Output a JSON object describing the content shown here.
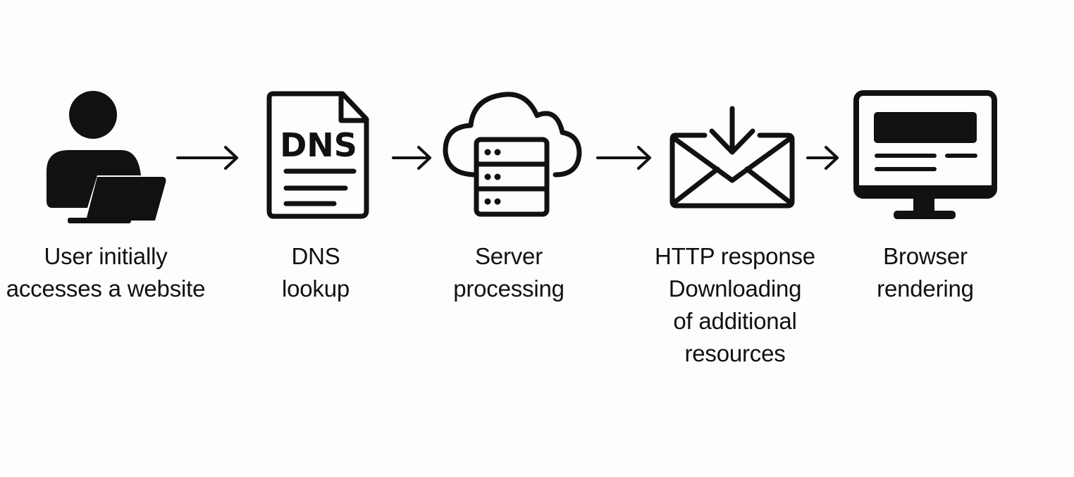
{
  "steps": [
    {
      "icon": "user-laptop-icon",
      "lines": [
        "User initially",
        "accesses a website"
      ]
    },
    {
      "icon": "dns-document-icon",
      "icon_text": "DNS",
      "lines": [
        "DNS",
        "lookup"
      ]
    },
    {
      "icon": "cloud-server-icon",
      "lines": [
        "Server",
        "processing"
      ]
    },
    {
      "icon": "envelope-download-icon",
      "lines": [
        "HTTP response",
        "Downloading",
        "of additional",
        "resources"
      ]
    },
    {
      "icon": "monitor-icon",
      "lines": [
        "Browser",
        "rendering"
      ]
    }
  ],
  "colors": {
    "foreground": "#111111",
    "background": "#fdfdfd"
  }
}
